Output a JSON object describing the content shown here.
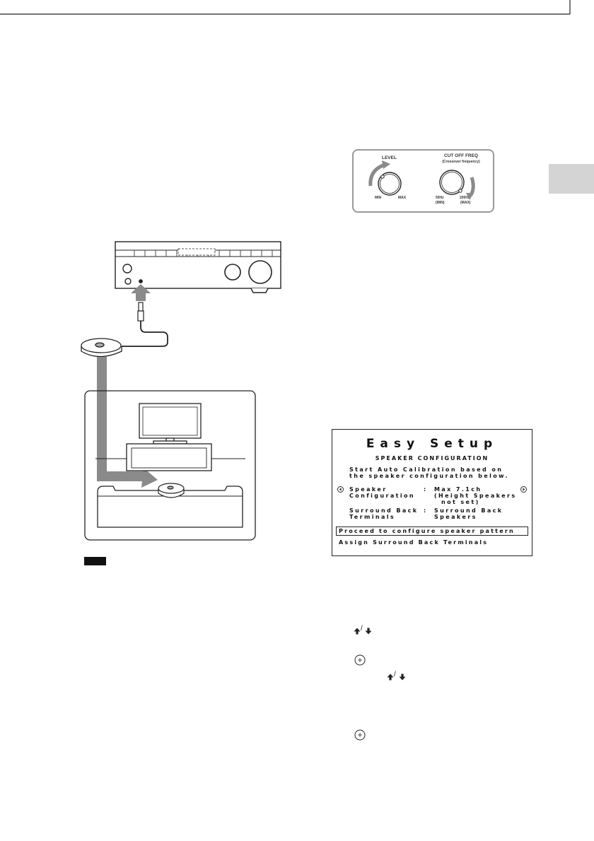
{
  "knob_panel": {
    "level_label": "LEVEL",
    "level_min": "MIN",
    "level_max": "MAX",
    "cutoff_title": "CUT OFF FREQ",
    "cutoff_subtitle": "(Crossover frequency)",
    "cutoff_min_hz": "50Hz",
    "cutoff_min_tag": "(MIN)",
    "cutoff_max_hz": "200Hz",
    "cutoff_max_tag": "(MAX)"
  },
  "easy_setup": {
    "title": "Easy Setup",
    "subtitle": "SPEAKER CONFIGURATION",
    "intro_line1": "Start Auto Calibration based on",
    "intro_line2": "the speaker configuration below.",
    "speaker_config_label_1": "Speaker",
    "speaker_config_label_2": "Configuration",
    "speaker_config_colon": ":",
    "speaker_config_value_1": "Max 7.1ch",
    "speaker_config_value_2": "(Height Speakers",
    "speaker_config_value_3": "not set)",
    "surround_back_label_1": "Surround Back",
    "surround_back_label_2": "Terminals",
    "surround_back_colon": ":",
    "surround_back_value_1": "Surround Back",
    "surround_back_value_2": "Speakers",
    "menu_selected": "Proceed to configure speaker pattern",
    "menu_item_2": "Assign Surround Back Terminals"
  },
  "note_badge": "",
  "icons": {
    "up_arrow": "arrow-up-icon",
    "down_arrow": "arrow-down-icon",
    "enter": "enter-button-icon"
  }
}
